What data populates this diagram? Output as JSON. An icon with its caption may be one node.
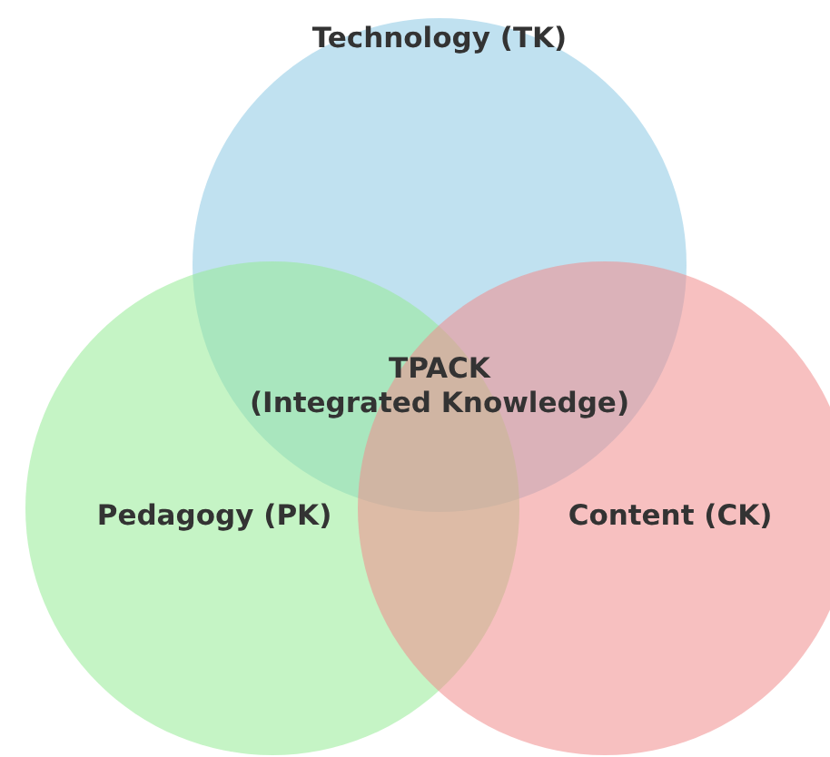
{
  "diagram": {
    "nodes": [
      {
        "text": [
          "Technology (TK)"
        ]
      },
      {
        "text": [
          "Pedagogy (PK)"
        ]
      },
      {
        "text": [
          "Content (CK)"
        ]
      }
    ],
    "labels": [
      "TPACK (Integrated Knowledge)"
    ]
  }
}
